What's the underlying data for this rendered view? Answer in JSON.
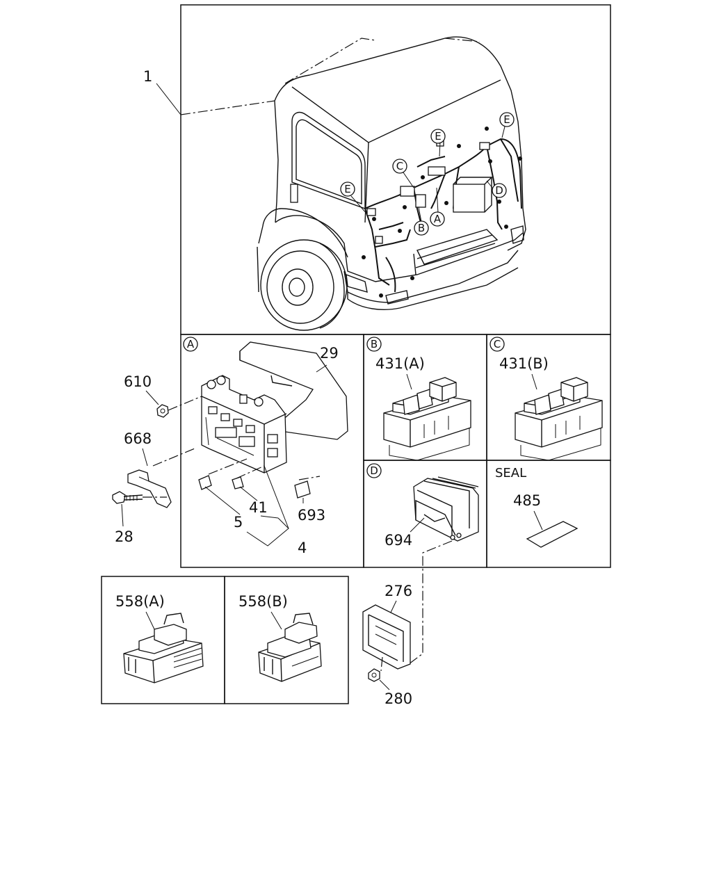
{
  "callouts": {
    "c1": "1",
    "c29": "29",
    "c610": "610",
    "c668": "668",
    "c28": "28",
    "c5": "5",
    "c41": "41",
    "c693": "693",
    "c4": "4",
    "c431a": "431(A)",
    "c431b": "431(B)",
    "c694": "694",
    "c485": "485",
    "c558a": "558(A)",
    "c558b": "558(B)",
    "c276": "276",
    "c280": "280"
  },
  "section_labels": {
    "seal": "SEAL"
  },
  "circle_labels": {
    "A": "A",
    "B": "B",
    "C": "C",
    "D": "D",
    "E": "E"
  }
}
